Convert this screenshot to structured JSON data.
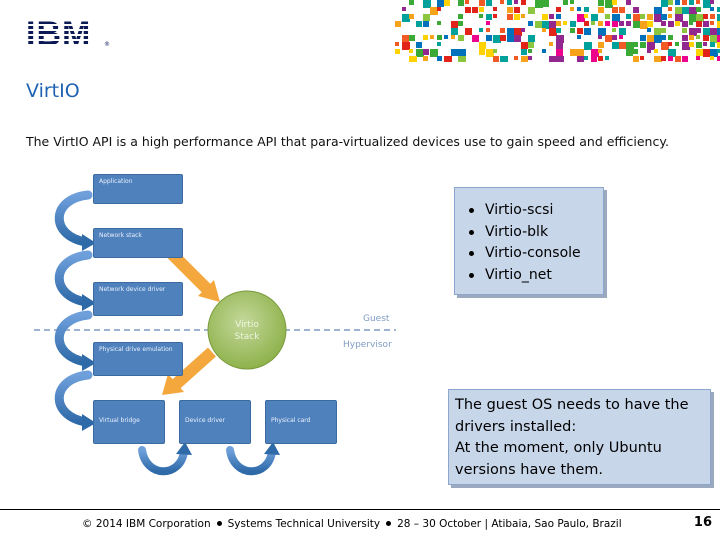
{
  "header": {
    "logo": "IBM",
    "logo_mark": "®"
  },
  "slide": {
    "title": "VirtIO",
    "intro": "The VirtIO API is a high performance API that para-virtualized devices use to gain speed and efficiency."
  },
  "diagram": {
    "boxes": [
      "Application",
      "Network stack",
      "Network device driver",
      "Physical drive emulation",
      "Virtual bridge",
      "Device driver",
      "Physical card"
    ],
    "center": [
      "Virtio",
      "Stack"
    ],
    "guest_label": "Guest",
    "hypervisor_label": "Hypervisor"
  },
  "bullets": [
    "Virtio-scsi",
    "Virtio-blk",
    "Virtio-console",
    "Virtio_net"
  ],
  "note": [
    "The guest OS needs to have the",
    "drivers installed:",
    "At the moment, only Ubuntu",
    "versions have them."
  ],
  "footer": {
    "copyright": "© 2014 IBM Corporation",
    "event": "Systems Technical University",
    "dates": "28 – 30 October | Atibaia, Sao Paulo, Brazil",
    "page": "16"
  },
  "colors": {
    "title": "#1f63b3",
    "box": "#4f81bd",
    "arrow_orange": "#f4a73c",
    "center_green": "#9bbb59",
    "callout": "#c8d6ea"
  }
}
